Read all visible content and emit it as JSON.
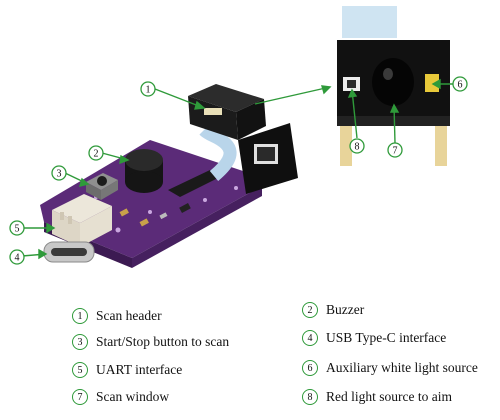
{
  "callouts": [
    "1",
    "2",
    "3",
    "4",
    "5",
    "6",
    "7",
    "8"
  ],
  "legend": [
    {
      "num": "1",
      "label": "Scan header"
    },
    {
      "num": "2",
      "label": "Buzzer"
    },
    {
      "num": "3",
      "label": "Start/Stop button to scan"
    },
    {
      "num": "4",
      "label": "USB Type-C interface"
    },
    {
      "num": "5",
      "label": "UART interface"
    },
    {
      "num": "6",
      "label": "Auxiliary white light source"
    },
    {
      "num": "7",
      "label": "Scan window"
    },
    {
      "num": "8",
      "label": "Red light source to aim"
    }
  ],
  "colors": {
    "pcb": "#5b2b78",
    "callout_green": "#2f9a3a",
    "module_black": "#1b1b1b",
    "flex_cable": "#b9d5ea",
    "connector_white": "#ece7da",
    "white_led": "#e8c93a"
  }
}
